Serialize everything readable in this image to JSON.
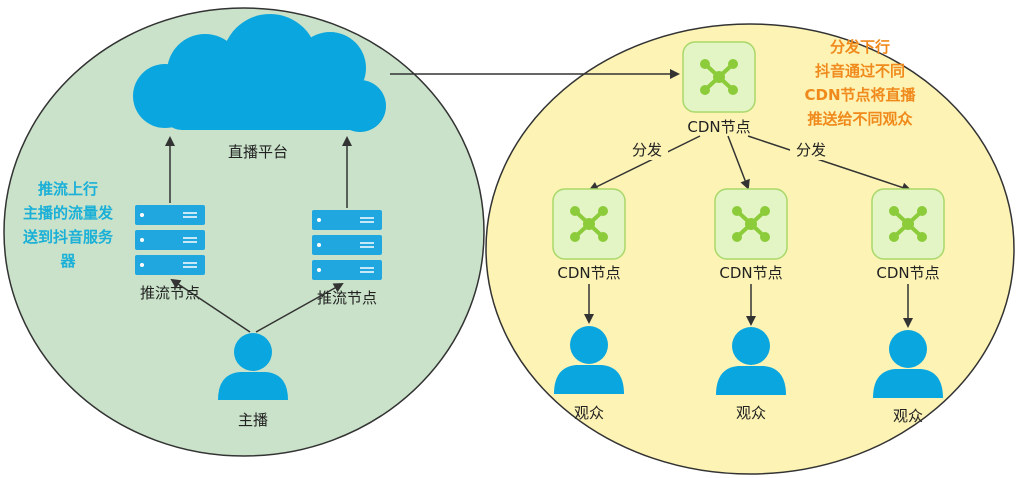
{
  "left_group": {
    "platform_label": "直播平台",
    "push_node_left_label": "推流节点",
    "push_node_right_label": "推流节点",
    "streamer_label": "主播",
    "note_lines": [
      "推流上行",
      "主播的流量发",
      "送到抖音服务",
      "器"
    ]
  },
  "right_group": {
    "cdn_root_label": "CDN节点",
    "cdn_nodes": [
      "CDN节点",
      "CDN节点",
      "CDN节点"
    ],
    "viewers": [
      "观众",
      "观众",
      "观众"
    ],
    "distribute_left": "分发",
    "distribute_right": "分发",
    "note_lines": [
      "分发下行",
      "抖音通过不同",
      "CDN节点将直播",
      "推送给不同观众"
    ]
  },
  "colors": {
    "left_circle": "#c9e2c9",
    "right_circle": "#fcf3b4",
    "cloud": "#0aa6df",
    "server": "#21a7e0",
    "person": "#0aa6df",
    "cdn_box": "#e3f5c5",
    "cdn_icon": "#8ccb3a",
    "cyan_text": "#1ab0d8",
    "orange_text": "#f08a1c"
  }
}
